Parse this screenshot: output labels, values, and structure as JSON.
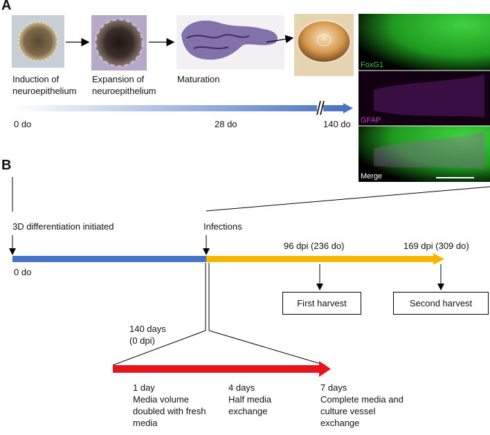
{
  "panel_a": {
    "letter": "A",
    "stages": [
      {
        "label": "Induction of\nneuroepithelium",
        "image": "neurosphere-image"
      },
      {
        "label": "Expansion of\nneuroepithelium",
        "image": "expanded-organoid-image"
      },
      {
        "label": "Maturation",
        "image": "histology-section-image"
      },
      {
        "label": "",
        "image": "culture-dish-image"
      }
    ],
    "timeline": {
      "start": "0 do",
      "mid": "28 do",
      "end": "140 do",
      "break_mark": "//"
    },
    "fluorescence": {
      "labels": [
        "FoxG1",
        "GFAP",
        "Merge"
      ],
      "colors": {
        "FoxG1": "#3ec83e",
        "GFAP": "#c83ec8",
        "Merge": "#ffffff"
      }
    }
  },
  "panel_b": {
    "letter": "B",
    "start_label": "3D differentiation initiated",
    "infection_label": "Infections",
    "timeline_start": "0 do",
    "harvest1_time": "96 dpi (236 do)",
    "harvest2_time": "169 dpi (309 do)",
    "harvest1_box": "First harvest",
    "harvest2_box": "Second harvest",
    "zoom_start": "140 days\n(0 dpi)",
    "red_events": [
      {
        "label": "1 day\nMedia volume\ndoubled with fresh\nmedia"
      },
      {
        "label": "4 days\nHalf media\nexchange"
      },
      {
        "label": "7 days\nComplete media and\nculture vessel\nexchange"
      }
    ],
    "colors": {
      "blue": "#4472c4",
      "yellow": "#f5b800",
      "red": "#e8141b"
    }
  }
}
